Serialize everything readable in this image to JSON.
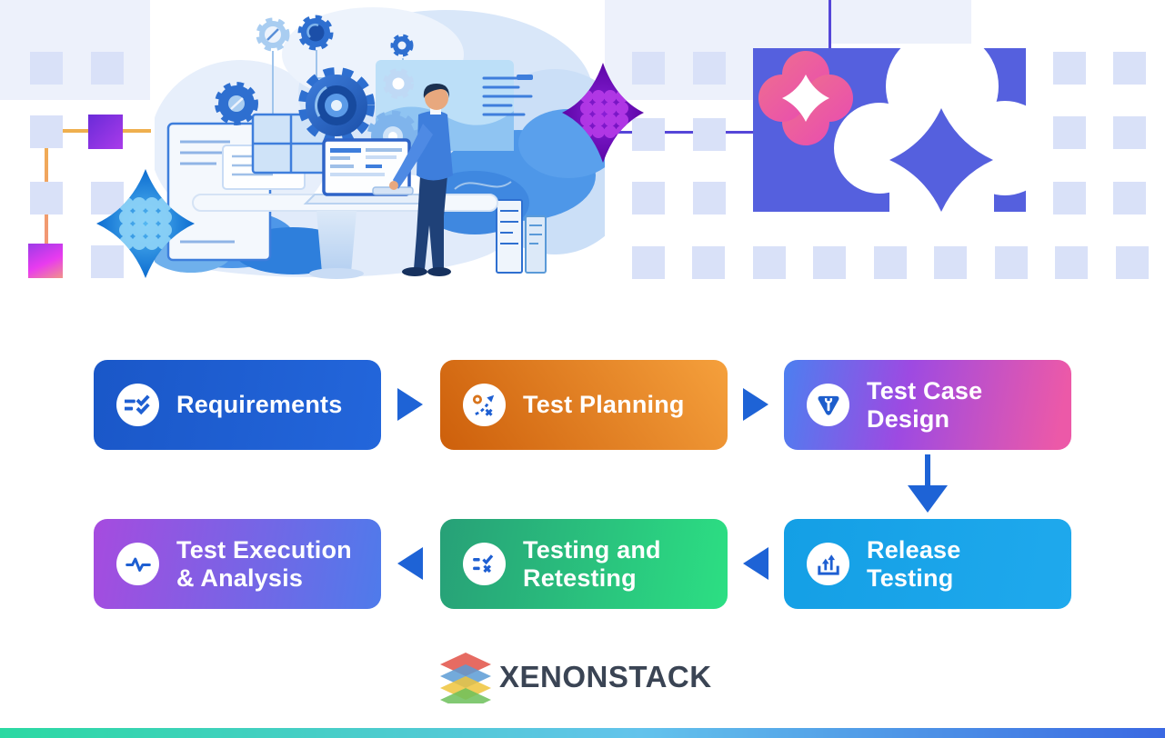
{
  "flow": {
    "steps": [
      {
        "id": "requirements",
        "label": "Requirements",
        "icon": "checklist-circle-icon",
        "colors": [
          "#1A57C8",
          "#2366DB"
        ]
      },
      {
        "id": "test-planning",
        "label": "Test Planning",
        "icon": "strategy-icon",
        "colors": [
          "#CD5F0B",
          "#F5A03C"
        ]
      },
      {
        "id": "test-case-design",
        "label": "Test Case Design",
        "icon": "wrench-shield-icon",
        "colors": [
          "#4C7FF0",
          "#9D4AE2",
          "#EC59A8"
        ]
      },
      {
        "id": "release-testing",
        "label": "Release Testing",
        "icon": "deploy-arrows-icon",
        "colors": [
          "#149FE5",
          "#1FA9ED"
        ]
      },
      {
        "id": "testing-and-retesting",
        "label": "Testing and Retesting",
        "icon": "check-x-list-icon",
        "colors": [
          "#27A077",
          "#2CDF83"
        ]
      },
      {
        "id": "test-execution-analysis",
        "label": "Test Execution & Analysis",
        "icon": "pulse-icon",
        "colors": [
          "#A64BDF",
          "#4E7BEB"
        ]
      }
    ],
    "arrow_color": "#1E63D6",
    "icon_glyph_color": "#1E5FD2"
  },
  "decoration": {
    "square_color": "#D9E1F8",
    "panel_color": "#EDF1FB",
    "orange_line": "#EFAF4E",
    "purple_line": "#5546D8",
    "blue_sparkle": "#0C6CD0",
    "purple_sparkle": "#7A0FC9",
    "cloud_card_bg": "#5560DE",
    "clover_pink": "#EC5CA0"
  },
  "footer": {
    "brand": "XENONSTACK",
    "brand_color": "#3A4454",
    "bar_gradient": [
      "#2BD9A2",
      "#63C3EC",
      "#3A68E2"
    ]
  }
}
